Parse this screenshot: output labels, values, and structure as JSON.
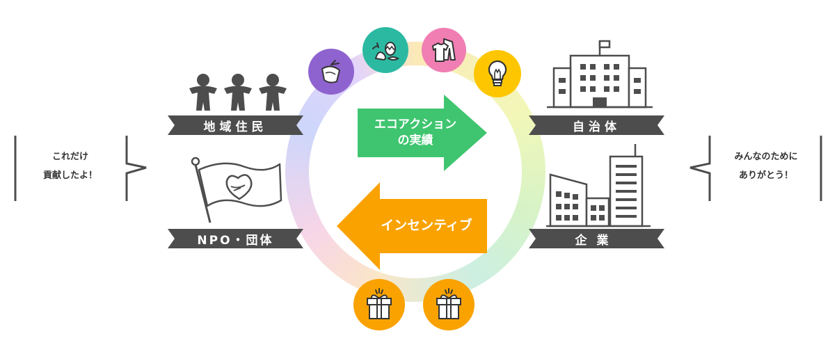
{
  "groups": {
    "residents": "地域住民",
    "npo": "NPO・団体",
    "municipality": "自治体",
    "company": "企業"
  },
  "arrows": {
    "eco_line1": "エコアクション",
    "eco_line2": "の実績",
    "incentive": "インセンティブ"
  },
  "left_message": {
    "line1": "これだけ",
    "line2": "貢献したよ！"
  },
  "right_message": {
    "line1": "みんなのために",
    "line2": "ありがとう！"
  },
  "colors": {
    "eco_arrow": "#3fc56f",
    "incentive_arrow": "#f9a200",
    "ribbon": "#4d4d4d",
    "bubble_purple": "#8f63cf",
    "bubble_teal": "#2cb9a2",
    "bubble_pink": "#f07eb3",
    "bubble_yellow": "#fdc600",
    "gift": "#f9a200"
  },
  "icons": [
    "trash-bag-icon",
    "food-waste-icon",
    "clothes-icon",
    "lightbulb-icon",
    "gift-icon",
    "people-icon",
    "handshake-flag-icon",
    "city-hall-icon",
    "office-buildings-icon"
  ]
}
